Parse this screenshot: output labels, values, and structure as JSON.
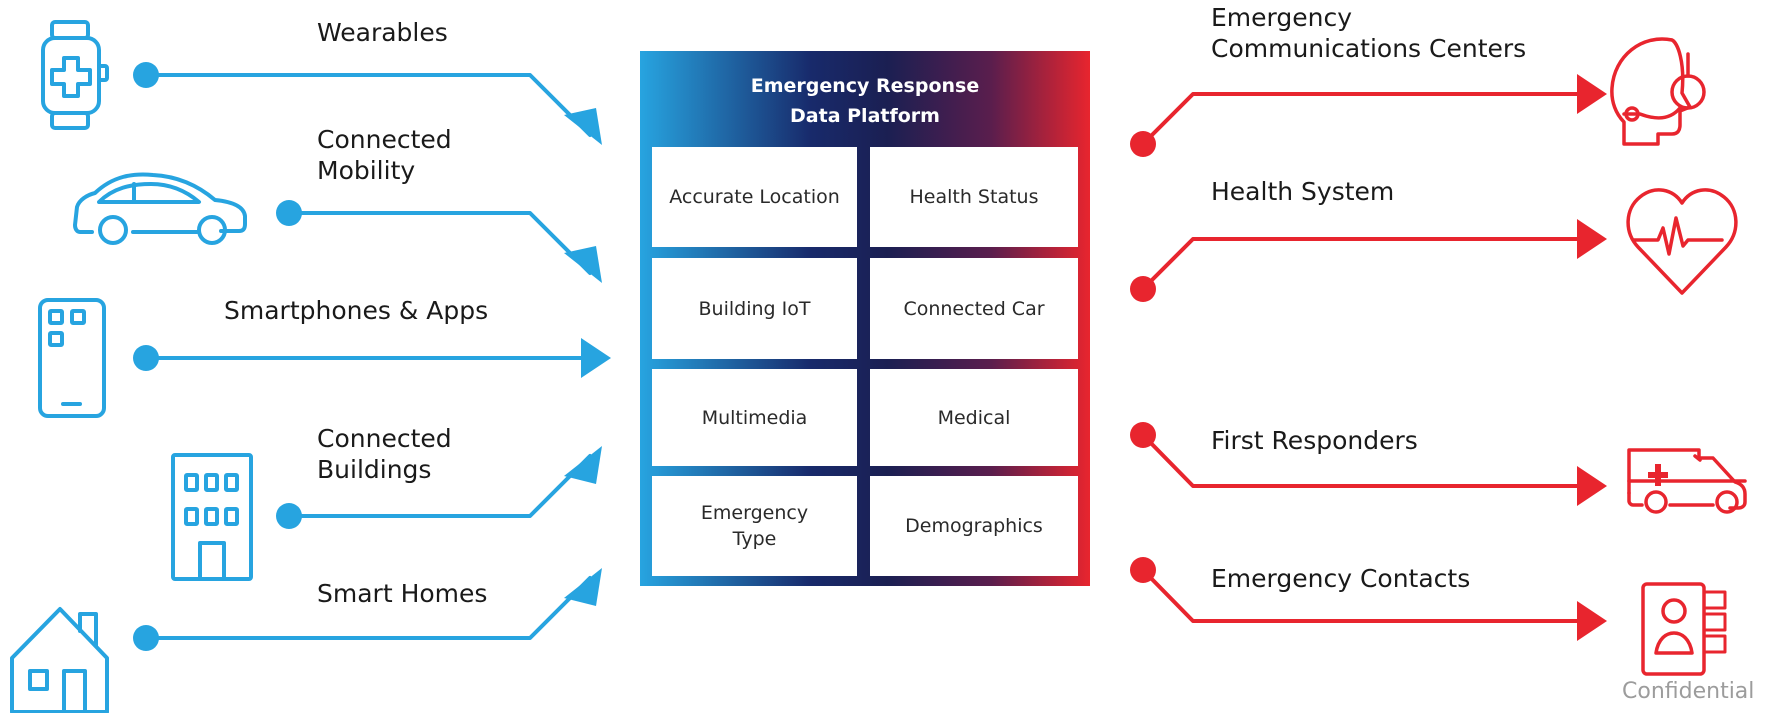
{
  "platform": {
    "title_line1": "Emergency Response",
    "title_line2": "Data Platform",
    "cells": [
      {
        "label": "Accurate Location"
      },
      {
        "label": "Health Status"
      },
      {
        "label": "Building IoT"
      },
      {
        "label": "Connected Car"
      },
      {
        "label": "Multimedia"
      },
      {
        "label": "Medical"
      },
      {
        "label": "Emergency Type"
      },
      {
        "label": "Demographics"
      }
    ]
  },
  "inputs": [
    {
      "label_lines": [
        "Wearables"
      ],
      "icon": "smartwatch-icon"
    },
    {
      "label_lines": [
        "Connected",
        "Mobility"
      ],
      "icon": "car-icon"
    },
    {
      "label_lines": [
        "Smartphones & Apps"
      ],
      "icon": "smartphone-icon"
    },
    {
      "label_lines": [
        "Connected",
        "Buildings"
      ],
      "icon": "building-icon"
    },
    {
      "label_lines": [
        "Smart Homes"
      ],
      "icon": "house-icon"
    }
  ],
  "outputs": [
    {
      "label_lines": [
        "Emergency",
        "Communications Centers"
      ],
      "icon": "headset-operator-icon"
    },
    {
      "label_lines": [
        "Health System"
      ],
      "icon": "heart-pulse-icon"
    },
    {
      "label_lines": [
        "First Responders"
      ],
      "icon": "ambulance-icon"
    },
    {
      "label_lines": [
        "Emergency Contacts"
      ],
      "icon": "contact-book-icon"
    }
  ],
  "footer": {
    "confidential": "Confidential"
  },
  "colors": {
    "input": "#27a4e0",
    "output": "#e8252e",
    "platform_dark": "#1b1f52"
  }
}
